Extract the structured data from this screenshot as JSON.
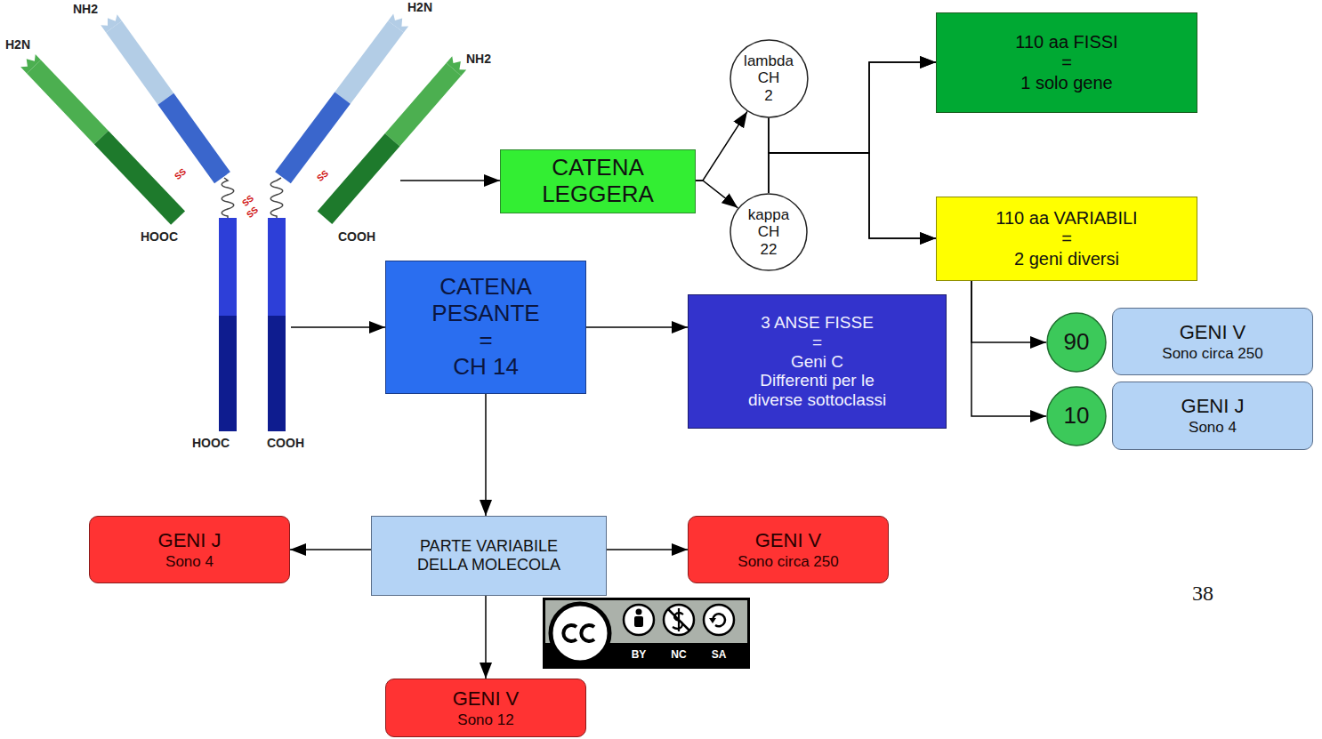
{
  "diagram": {
    "nodes": [
      {
        "text": [
          "CATENA LEGGERA"
        ]
      },
      {
        "text": [
          "lambda CH 2"
        ]
      },
      {
        "text": [
          "kappa CH 22"
        ]
      },
      {
        "text": [
          "110 aa FISSI = 1 solo gene"
        ]
      },
      {
        "text": [
          "110 aa VARIABILI = 2 geni diversi"
        ]
      },
      {
        "text": [
          "CATENA PESANTE = CH 14"
        ]
      },
      {
        "text": [
          "3 ANSE FISSE = Geni C Differenti per le diverse sottoclassi"
        ]
      },
      {
        "text": [
          "90"
        ]
      },
      {
        "text": [
          "GENI V",
          "Sono circa 250"
        ]
      },
      {
        "text": [
          "10"
        ]
      },
      {
        "text": [
          "GENI J",
          "Sono 4"
        ]
      },
      {
        "text": [
          "PARTE VARIABILE DELLA MOLECOLA"
        ]
      },
      {
        "text": [
          "GENI J",
          "Sono 4"
        ]
      },
      {
        "text": [
          "GENI V",
          "Sono circa 250"
        ]
      },
      {
        "text": [
          "GENI V",
          "Sono 12"
        ]
      }
    ],
    "edges": [
      {
        "from": 0,
        "to": 1,
        "arrow": "to"
      },
      {
        "from": 0,
        "to": 2,
        "arrow": "to"
      },
      {
        "from": 1,
        "to": 3,
        "arrow": "to"
      },
      {
        "from": 1,
        "to": 4,
        "arrow": "to"
      },
      {
        "from": 2,
        "to": 3,
        "arrow": "to"
      },
      {
        "from": 2,
        "to": 4,
        "arrow": "to"
      },
      {
        "from": 4,
        "to": 7,
        "arrow": "to"
      },
      {
        "from": 4,
        "to": 9,
        "arrow": "to"
      },
      {
        "from": 5,
        "to": 6,
        "arrow": "to"
      },
      {
        "from": 5,
        "to": 11,
        "arrow": "to"
      },
      {
        "from": 11,
        "to": 12,
        "arrow": "to"
      },
      {
        "from": 11,
        "to": 13,
        "arrow": "to"
      },
      {
        "from": 11,
        "to": 14,
        "arrow": "to"
      }
    ],
    "labels": [
      "NH2",
      "H2N",
      "H2N",
      "NH2",
      "SS",
      "SS",
      "SS",
      "SS",
      "HOOC",
      "COOH",
      "HOOC",
      "COOH",
      "BY",
      "NC",
      "SA",
      "38"
    ]
  }
}
